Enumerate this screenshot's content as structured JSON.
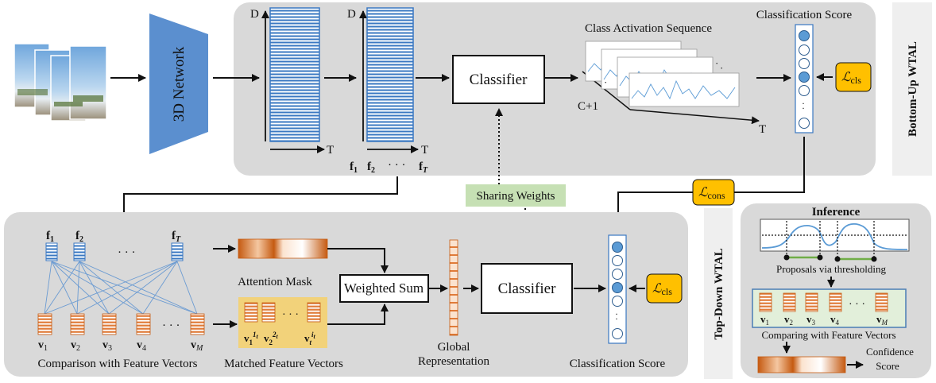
{
  "top_section": {
    "network_label": "3D Network",
    "axis_d1": "D",
    "axis_t1": "T",
    "axis_d2": "D",
    "axis_t2": "T",
    "feature_f1": "f",
    "feature_f1_sub": "1",
    "feature_f2": "f",
    "feature_f2_sub": "2",
    "feature_dots": "· · ·",
    "feature_fT": "f",
    "feature_fT_sub": "T",
    "classifier_label": "Classifier",
    "cas_title": "Class Activation Sequence",
    "cas_c_axis": "C+1",
    "cas_t_axis": "T",
    "score_title": "Classification Score",
    "loss_cls": "cls",
    "section_label": "Bottom-Up WTAL"
  },
  "middle": {
    "sharing_weights": "Sharing Weights",
    "loss_cons": "cons"
  },
  "bottom_section": {
    "feat_f1": "f",
    "feat_f1_sub": "1",
    "feat_f2": "f",
    "feat_f2_sub": "2",
    "feat_dots": "· · ·",
    "feat_fT": "f",
    "feat_fT_sub": "T",
    "v_labels": [
      "v",
      "v",
      "v",
      "v",
      "v"
    ],
    "v_subs": [
      "1",
      "2",
      "3",
      "4",
      "M"
    ],
    "v_dots": "· · ·",
    "attention_mask": "Attention Mask",
    "weighted_sum": "Weighted Sum",
    "matched_dots": "· · ·",
    "classifier_label": "Classifier",
    "global_line1": "Global",
    "global_line2": "Representation",
    "comparison_caption": "Comparison with Feature Vectors",
    "matched_caption": "Matched Feature Vectors",
    "score_caption": "Classification Score",
    "loss_cls": "cls",
    "section_label": "Top-Down WTAL"
  },
  "inference": {
    "title": "Inference",
    "proposals": "Proposals via thresholding",
    "v_labels": [
      "v",
      "v",
      "v",
      "v",
      "v"
    ],
    "v_subs": [
      "1",
      "2",
      "3",
      "4",
      "M"
    ],
    "v_dots": "· · ·",
    "comparing": "Comparing with Feature Vectors",
    "confidence_line1": "Confidence",
    "confidence_line2": "Score"
  },
  "colors": {
    "panel": "#d9d9d9",
    "network_blue": "#5b8fcf",
    "feature_blue": "#3a78c2",
    "loss_yellow": "#ffc000",
    "sharing_green": "#c6e0b4",
    "orange": "#c55a11",
    "matched_bg": "#f2d27a",
    "score_fill": "#5b9bd5",
    "threshold_green": "#70ad47"
  }
}
